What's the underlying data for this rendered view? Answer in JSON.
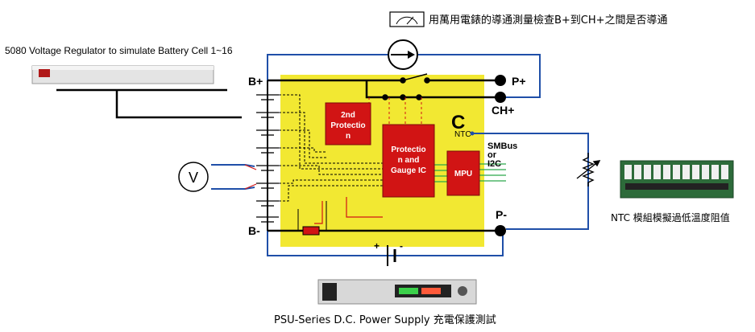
{
  "captions": {
    "top_meter": "用萬用電錶的導通測量檢查B+到CH+之間是否導通",
    "voltage_regulator": "5080 Voltage Regulator to simulate Battery Cell 1~16",
    "ntc_module": "NTC 模組模擬過低溫度阻值",
    "power_supply": "PSU-Series D.C. Power Supply  充電保護測試"
  },
  "terminals": {
    "b_plus": "B+",
    "b_minus": "B-",
    "p_plus": "P+",
    "ch_plus": "CH+",
    "p_minus": "P-",
    "ntc": "NTC",
    "c_mark": "C"
  },
  "blocks": {
    "second_protection": [
      "2nd",
      "Protectio",
      "n"
    ],
    "gauge_ic": [
      "Protectio",
      "n and",
      "Gauge IC"
    ],
    "mpu": "MPU",
    "smbus": [
      "SMBus",
      "or",
      "I2C"
    ]
  },
  "voltmeter_symbol": "V",
  "colors": {
    "board": "#f2e832",
    "block_red": "#d11414",
    "wire_blue": "#1f4fa8",
    "wire_black": "#000000",
    "trace_green": "#2aa84a"
  }
}
